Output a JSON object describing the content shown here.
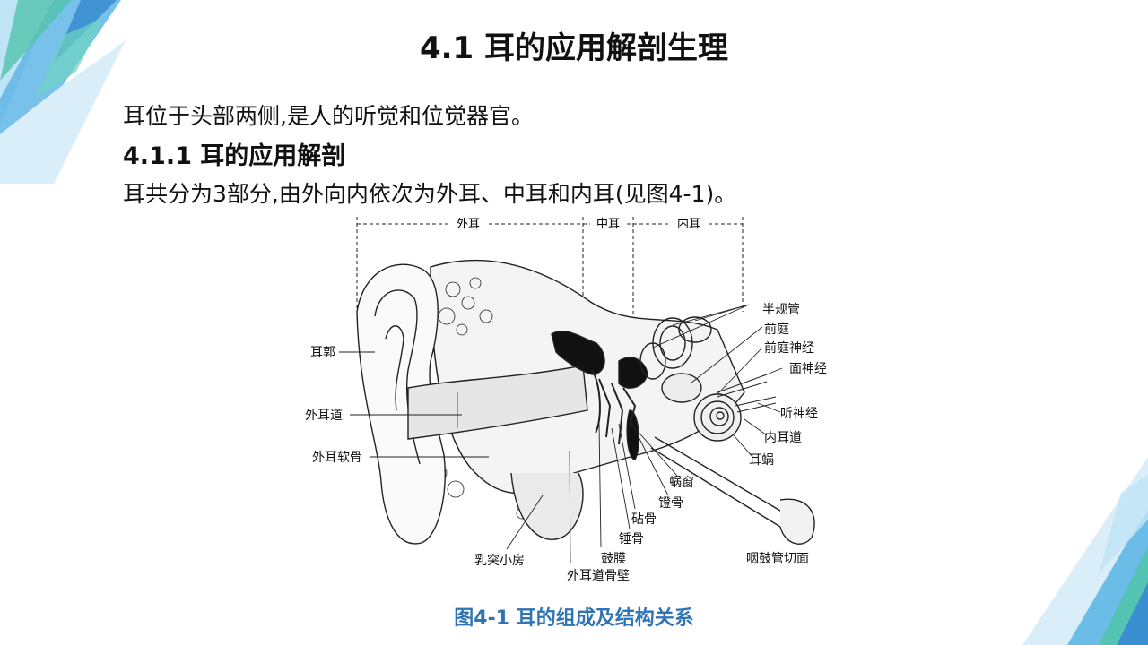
{
  "slide": {
    "title": "4.1 耳的应用解剖生理",
    "intro": "耳位于头部两侧,是人的听觉和位觉器官。",
    "subheading": "4.1.1 耳的应用解剖",
    "parts_sentence": "耳共分为3部分,由外向内依次为外耳、中耳和内耳(见图4-1)。",
    "caption": "图4-1  耳的组成及结构关系"
  },
  "figure": {
    "regions": {
      "outer": "外耳",
      "middle": "中耳",
      "inner": "内耳"
    },
    "labels": {
      "auricle": "耳郭",
      "ext_canal": "外耳道",
      "ext_cartilage": "外耳软骨",
      "mastoid_cells": "乳突小房",
      "canal_bone_wall": "外耳道骨壁",
      "eardrum": "鼓膜",
      "malleus": "锤骨",
      "incus": "砧骨",
      "stapes": "镫骨",
      "cochlear_window": "蜗窗",
      "semicircular": "半规管",
      "vestibule": "前庭",
      "vestibular_nerve": "前庭神经",
      "facial_nerve": "面神经",
      "auditory_nerve": "听神经",
      "int_canal": "内耳道",
      "cochlea": "耳蜗",
      "eustachian_section": "咽鼓管切面"
    }
  },
  "colors": {
    "caption_blue": "#2f74b5",
    "deco_blue": "#5fb6e6",
    "deco_teal": "#52c3ad",
    "deco_light": "#bfe4f5"
  }
}
